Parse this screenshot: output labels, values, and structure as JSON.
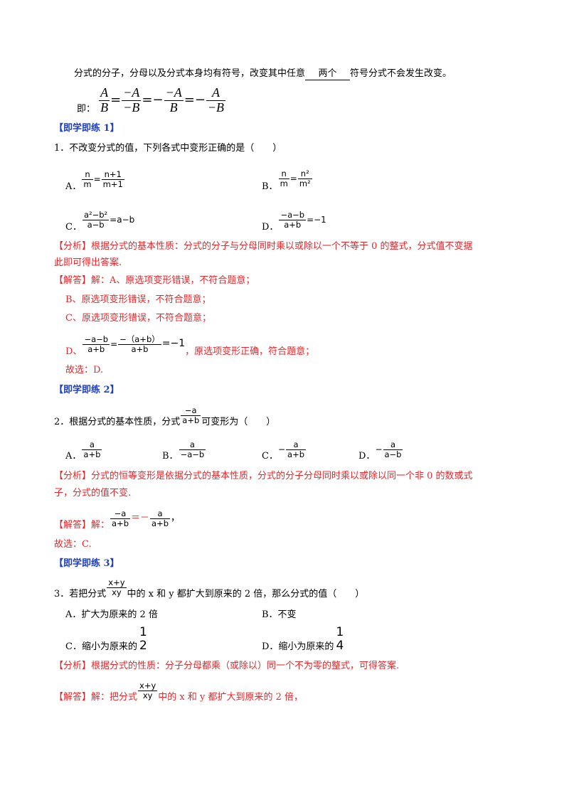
{
  "intro": {
    "line": "分式的分子，分母以及分式本身均有符号，改变其中任意",
    "blank": "两个",
    "line_end": "符号分式不会发生改变。",
    "ji": "即：",
    "f1n": "A",
    "f1d": "B",
    "eq1": "=",
    "f2n": "−A",
    "f2d": "−B",
    "eq2": "=−",
    "f3n": "−A",
    "f3d": "B",
    "eq3": "=−",
    "f4n": "A",
    "f4d": "−B"
  },
  "practice1": {
    "header": "【即学即练 1】",
    "question": "1．不改变分式的值，下列各式中变形正确的是（　　）",
    "A_label": "A．",
    "A_ln": "n",
    "A_ld": "m",
    "A_eq": "=",
    "A_rn": "n+1",
    "A_rd": "m+1",
    "B_label": "B．",
    "B_ln": "n",
    "B_ld": "m",
    "B_eq": "=",
    "B_rn": "n²",
    "B_rd": "m²",
    "C_label": "C．",
    "C_n": "a²−b²",
    "C_d": "a−b",
    "C_rest": "=a−b",
    "D_label": "D．",
    "D_n": "−a−b",
    "D_d": "a+b",
    "D_rest": "=−1",
    "analysis_tag": "【分析】",
    "analysis_1": "根据分式的基本性质：分式的分子与分母同时乘以或除以一个不等于 0 的整式，分式值不变据",
    "analysis_2": "此即可得出答案.",
    "answer_tag": "【解答】",
    "answer_1": "解：A、原选项变形错误，不符合题意；",
    "answer_2": "B、原选项变形错误，不符合题意；",
    "answer_3": "C、原选项变形错误，不符合题意；",
    "answer_4_label": "D、",
    "answer_4_n1": "−a−b",
    "answer_4_d1": "a+b",
    "answer_4_eq": "=",
    "answer_4_n2": "−（a+b）",
    "answer_4_d2": "a+b",
    "answer_4_rest": "=−1",
    "answer_4_text": "，原选项变形正确，符合题意；",
    "answer_5": "故选：D."
  },
  "practice2": {
    "header": "【即学即练 2】",
    "question_a": "2．根据分式的基本性质，分式",
    "q_n": "−a",
    "q_d": "a+b",
    "question_b": "可变形为（　　）",
    "A_label": "A．",
    "A_n": "a",
    "A_d": "a+b",
    "B_label": "B．",
    "B_n": "a",
    "B_d": "−a−b",
    "C_label": "C．",
    "C_sign": "−",
    "C_n": "a",
    "C_d": "a+b",
    "D_label": "D．",
    "D_sign": "−",
    "D_n": "a",
    "D_d": "a−b",
    "analysis_tag": "【分析】",
    "analysis_1": "分式的恒等变形是依据分式的基本性质，分式的分子分母同时乘以或除以同一个非 0 的数或式",
    "analysis_2": "子，分式的值不变.",
    "answer_tag": "【解答】",
    "answer_pre": "解：",
    "ans_n1": "−a",
    "ans_d1": "a+b",
    "ans_mid": "＝－",
    "ans_n2": "a",
    "ans_d2": "a+b",
    "ans_end": "，",
    "answer_2": "故选：C."
  },
  "practice3": {
    "header": "【即学即练 3】",
    "question_a": "3．若把分式",
    "q_n": "x+y",
    "q_d": "xy",
    "question_b": "中的 x 和 y 都扩大到原来的 2 倍，那么分式的值（　　）",
    "A": "A．扩大为原来的 2 倍",
    "B": "B．不变",
    "C_text": "C．缩小为原来的",
    "C_n": "1",
    "C_d": "2",
    "D_text": "D．缩小为原来的",
    "D_n": "1",
    "D_d": "4",
    "analysis_tag": "【分析】",
    "analysis_1": "根据分式的性质：分子分母都乘（或除以）同一个不为零的整式，可得答案.",
    "answer_tag": "【解答】",
    "answer_pre": "解：把分式",
    "ans_n": "x+y",
    "ans_d": "xy",
    "answer_post": "中的 x 和 y 都扩大到原来的 2 倍，"
  }
}
